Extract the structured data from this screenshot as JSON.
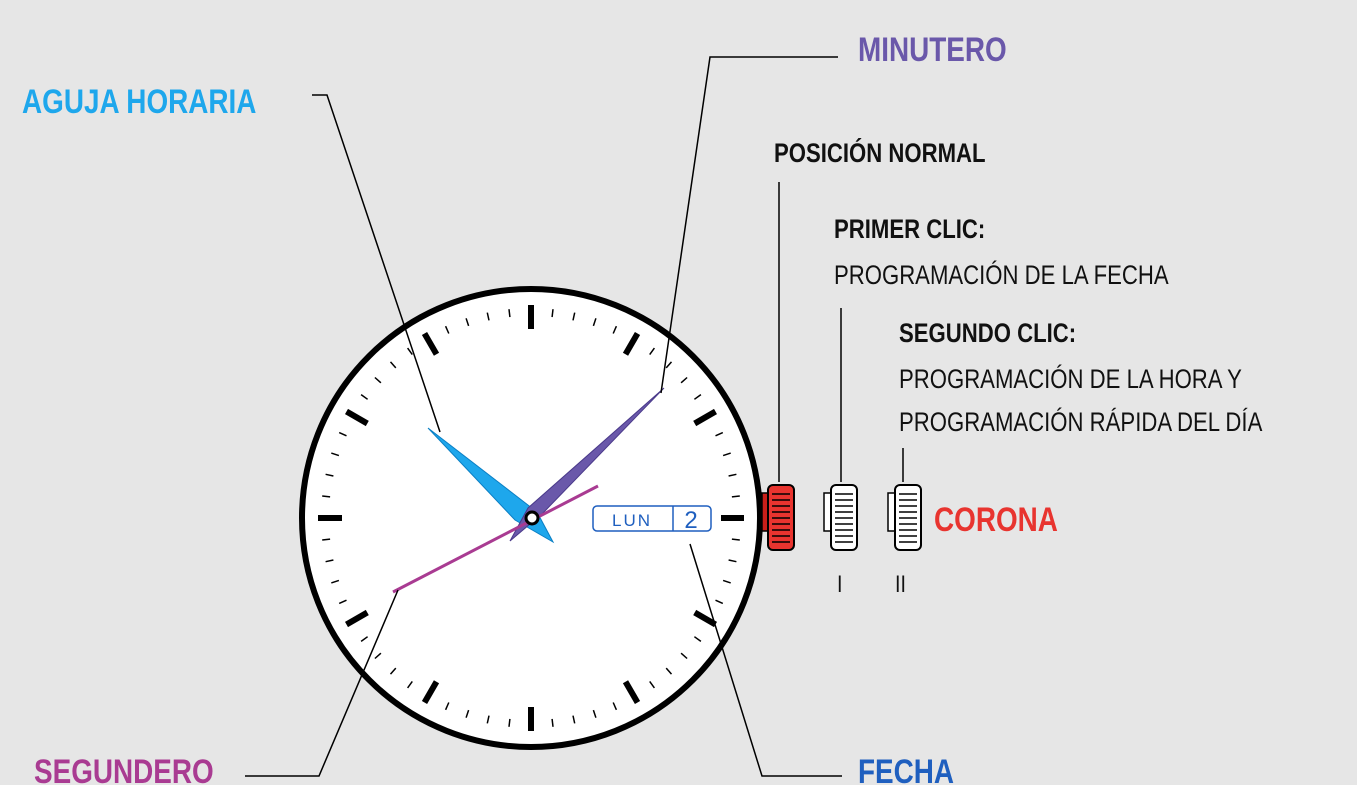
{
  "labels": {
    "hour_hand": "AGUJA HORARIA",
    "minute_hand": "MINUTERO",
    "second_hand": "SEGUNDERO",
    "date": "FECHA",
    "crown": "CORONA",
    "normal_position": "POSICIÓN NORMAL",
    "first_click_title": "PRIMER CLIC:",
    "first_click_desc": "PROGRAMACIÓN DE LA FECHA",
    "second_click_title": "SEGUNDO CLIC:",
    "second_click_desc_1": "PROGRAMACIÓN DE LA HORA Y",
    "second_click_desc_2": "PROGRAMACIÓN RÁPIDA DEL DÍA",
    "position_1": "I",
    "position_2": "II"
  },
  "date_window": {
    "day": "LUN",
    "date": "2"
  },
  "colors": {
    "background": "#e6e6e6",
    "hour_hand": "#1ea7ec",
    "minute_hand": "#6a58aa",
    "second_hand": "#a93b92",
    "date_label": "#1f5fbf",
    "crown": "#e8342f",
    "dial_text": "#111111"
  }
}
